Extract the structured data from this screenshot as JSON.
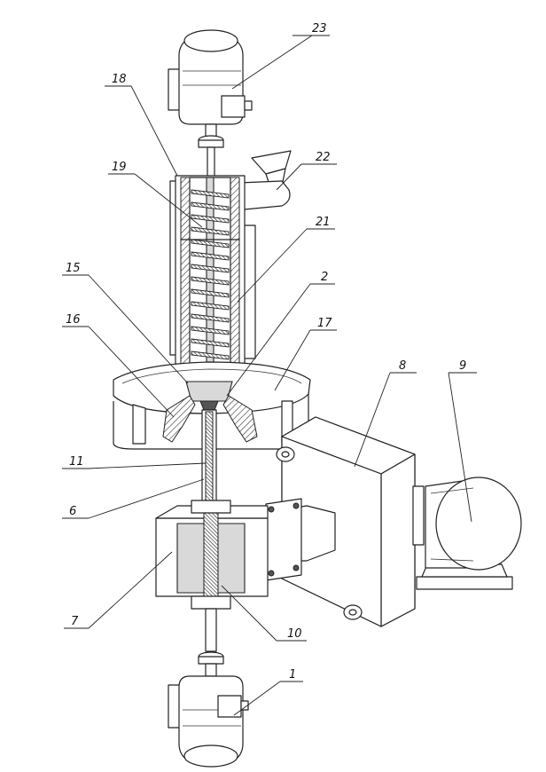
{
  "labels": {
    "l1": "1",
    "l2": "2",
    "l6": "6",
    "l7": "7",
    "l8": "8",
    "l9": "9",
    "l10": "10",
    "l11": "11",
    "l15": "15",
    "l16": "16",
    "l17": "17",
    "l18": "18",
    "l19": "19",
    "l21": "21",
    "l22": "22",
    "l23": "23"
  }
}
